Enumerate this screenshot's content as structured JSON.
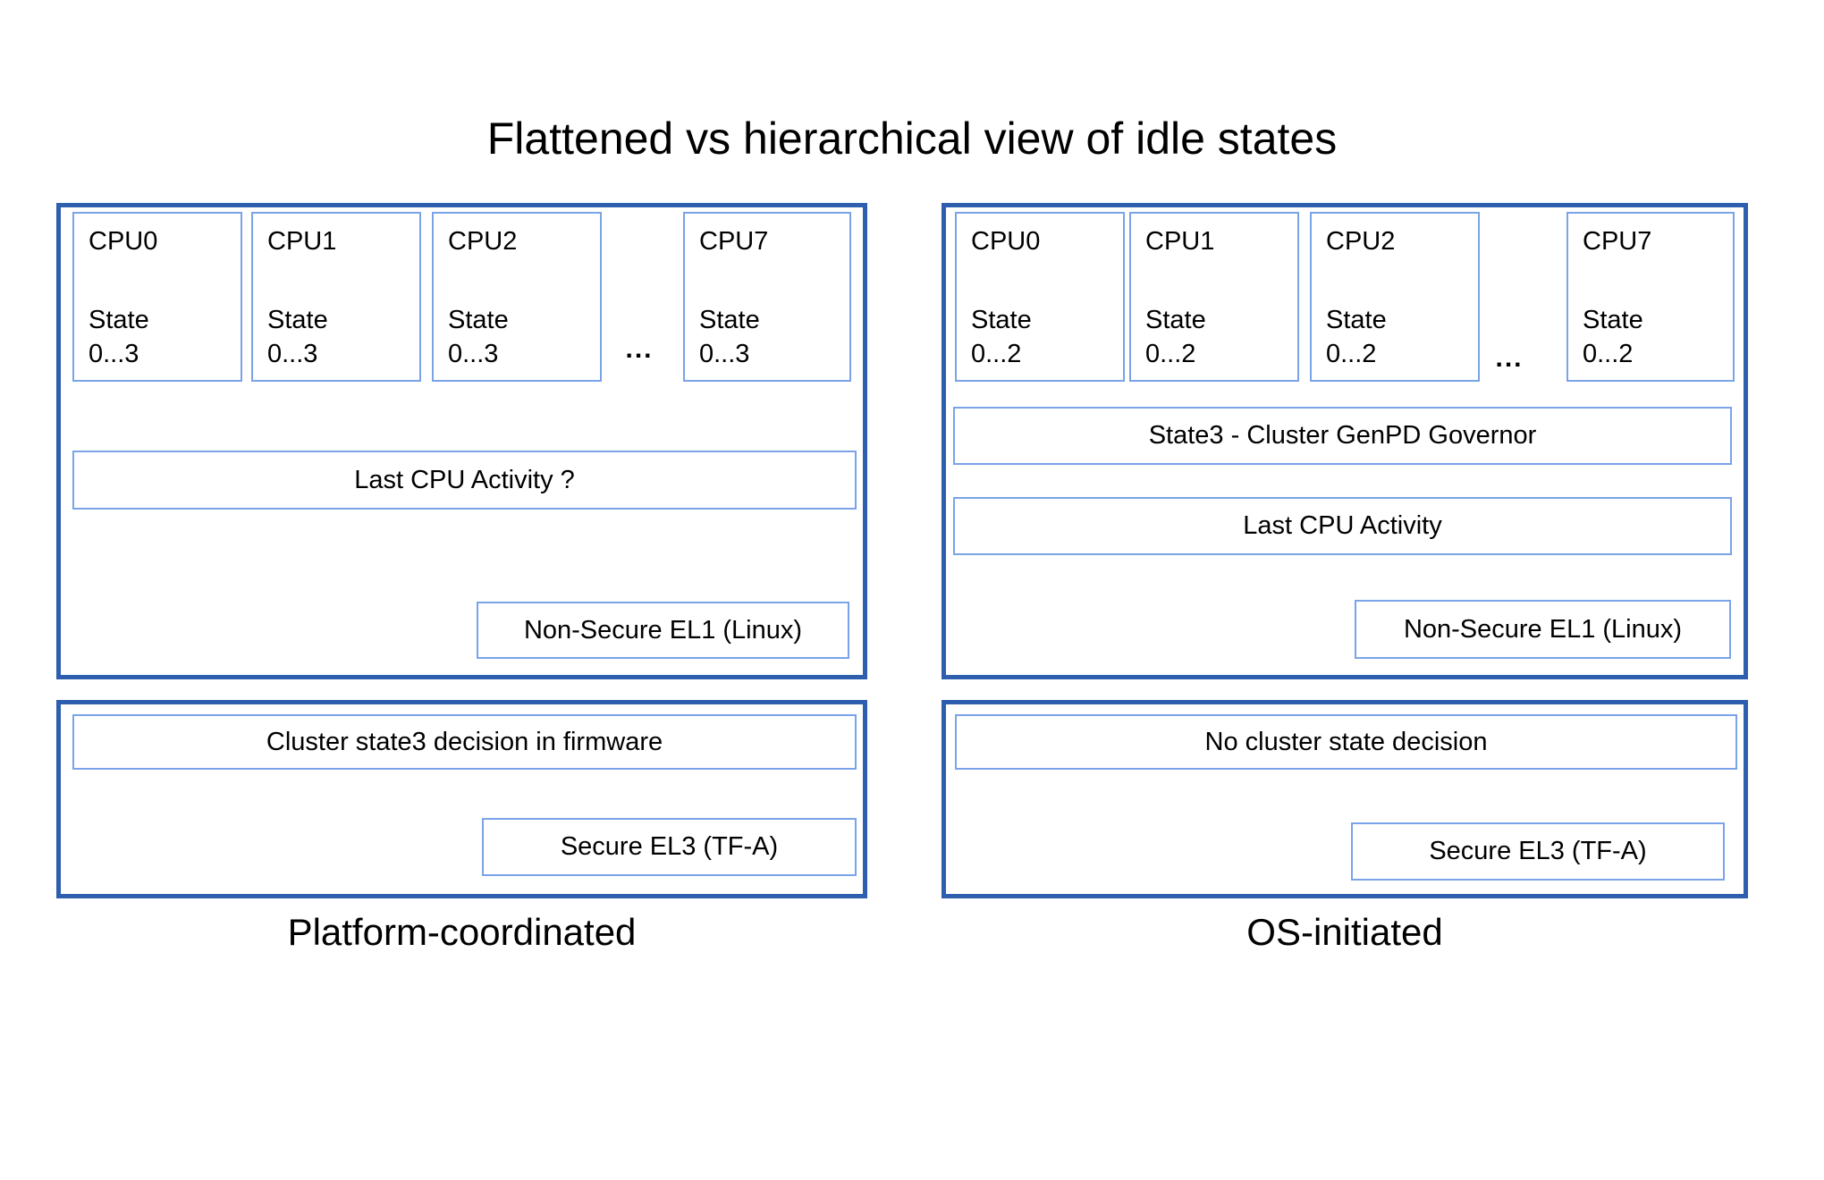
{
  "title": "Flattened vs hierarchical view of idle states",
  "ellipsis": "...",
  "colors": {
    "outer_border": "#2d5fae",
    "inner_border": "#7aa3e8",
    "text": "#000000",
    "background": "#ffffff"
  },
  "panels": [
    {
      "label": "Platform-coordinated",
      "cpus": [
        {
          "name": "CPU0",
          "state_label": "State",
          "state_range": "0...3"
        },
        {
          "name": "CPU1",
          "state_label": "State",
          "state_range": "0...3"
        },
        {
          "name": "CPU2",
          "state_label": "State",
          "state_range": "0...3"
        },
        {
          "name": "CPU7",
          "state_label": "State",
          "state_range": "0...3"
        }
      ],
      "activity_box": "Last CPU Activity ?",
      "el1_box": "Non-Secure EL1 (Linux)",
      "decision_box": "Cluster state3 decision in firmware",
      "el3_box": "Secure EL3 (TF-A)"
    },
    {
      "label": "OS-initiated",
      "cpus": [
        {
          "name": "CPU0",
          "state_label": "State",
          "state_range": "0...2"
        },
        {
          "name": "CPU1",
          "state_label": "State",
          "state_range": "0...2"
        },
        {
          "name": "CPU2",
          "state_label": "State",
          "state_range": "0...2"
        },
        {
          "name": "CPU7",
          "state_label": "State",
          "state_range": "0...2"
        }
      ],
      "governor_box": "State3 - Cluster GenPD Governor",
      "activity_box": "Last CPU Activity",
      "el1_box": "Non-Secure EL1 (Linux)",
      "decision_box": "No cluster state decision",
      "el3_box": "Secure EL3 (TF-A)"
    }
  ]
}
